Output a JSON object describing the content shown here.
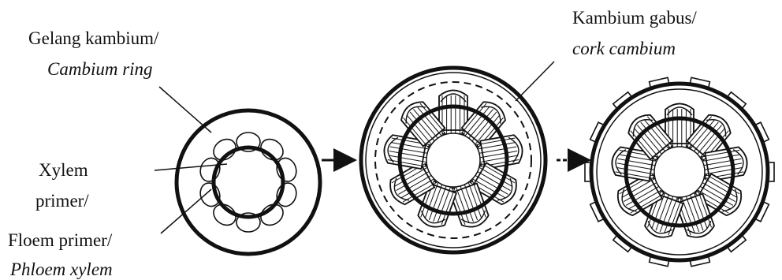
{
  "labels": {
    "cambium_ring": {
      "line1": "Gelang kambium/",
      "line2": "Cambium ring"
    },
    "xylem": {
      "line1": "Xylem",
      "line2": "primer/"
    },
    "phloem": {
      "line1": "Floem primer/",
      "line2": "Phloem xylem"
    },
    "cork": {
      "line1": "Kambium gabus/",
      "line2": "cork cambium"
    }
  },
  "stages": [
    {
      "name": "primary-stem",
      "vascular_bundles": 10
    },
    {
      "name": "secondary-growth",
      "vascular_bundles": 9
    },
    {
      "name": "bark-formation",
      "vascular_bundles": 9
    }
  ],
  "colors": {
    "ink": "#111111",
    "fill": "#ffffff"
  }
}
